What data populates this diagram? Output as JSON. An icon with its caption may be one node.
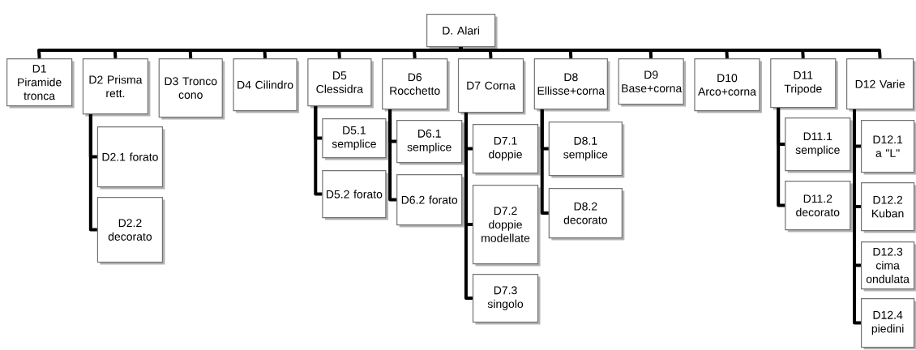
{
  "diagram": {
    "nodes": [
      {
        "text": [
          "D. Alari"
        ]
      },
      {
        "text": [
          "D1 Piramide tronca"
        ]
      },
      {
        "text": [
          "D2 Prisma rett."
        ]
      },
      {
        "text": [
          "D2.1 forato"
        ]
      },
      {
        "text": [
          "D2.2 decorato"
        ]
      },
      {
        "text": [
          "D3 Tronco cono"
        ]
      },
      {
        "text": [
          "D4 Cilindro"
        ]
      },
      {
        "text": [
          "D5 Clessidra"
        ]
      },
      {
        "text": [
          "D5.1 semplice"
        ]
      },
      {
        "text": [
          "D5.2 forato"
        ]
      },
      {
        "text": [
          "D6 Rocchetto"
        ]
      },
      {
        "text": [
          "D6.1 semplice"
        ]
      },
      {
        "text": [
          "D6.2 forato"
        ]
      },
      {
        "text": [
          "D7 Corna"
        ]
      },
      {
        "text": [
          "D7.1 doppie"
        ]
      },
      {
        "text": [
          "D7.2 doppie modellate"
        ]
      },
      {
        "text": [
          "D7.3 singolo"
        ]
      },
      {
        "text": [
          "D8 Ellisse+corna"
        ]
      },
      {
        "text": [
          "D8.1 semplice"
        ]
      },
      {
        "text": [
          "D8.2 decorato"
        ]
      },
      {
        "text": [
          "D9 Base+corna"
        ]
      },
      {
        "text": [
          "D10 Arco+corna"
        ]
      },
      {
        "text": [
          "D11 Tripode"
        ]
      },
      {
        "text": [
          "D11.1 semplice"
        ]
      },
      {
        "text": [
          "D11.2 decorato"
        ]
      },
      {
        "text": [
          "D12 Varie"
        ]
      },
      {
        "text": [
          "D12.1 a \"L\""
        ]
      },
      {
        "text": [
          "D12.2 Kuban"
        ]
      },
      {
        "text": [
          "D12.3 cima ondulata"
        ]
      },
      {
        "text": [
          "D12.4 piedini"
        ]
      }
    ],
    "edges": [
      {
        "from": 0,
        "to": 1,
        "arrow": "none"
      },
      {
        "from": 0,
        "to": 2,
        "arrow": "none"
      },
      {
        "from": 2,
        "to": 3,
        "arrow": "none"
      },
      {
        "from": 2,
        "to": 4,
        "arrow": "none"
      },
      {
        "from": 0,
        "to": 5,
        "arrow": "none"
      },
      {
        "from": 0,
        "to": 6,
        "arrow": "none"
      },
      {
        "from": 0,
        "to": 7,
        "arrow": "none"
      },
      {
        "from": 7,
        "to": 8,
        "arrow": "none"
      },
      {
        "from": 7,
        "to": 9,
        "arrow": "none"
      },
      {
        "from": 0,
        "to": 10,
        "arrow": "none"
      },
      {
        "from": 10,
        "to": 11,
        "arrow": "none"
      },
      {
        "from": 10,
        "to": 12,
        "arrow": "none"
      },
      {
        "from": 0,
        "to": 13,
        "arrow": "none"
      },
      {
        "from": 13,
        "to": 14,
        "arrow": "none"
      },
      {
        "from": 13,
        "to": 15,
        "arrow": "none"
      },
      {
        "from": 13,
        "to": 16,
        "arrow": "none"
      },
      {
        "from": 0,
        "to": 17,
        "arrow": "none"
      },
      {
        "from": 17,
        "to": 18,
        "arrow": "none"
      },
      {
        "from": 17,
        "to": 19,
        "arrow": "none"
      },
      {
        "from": 0,
        "to": 20,
        "arrow": "none"
      },
      {
        "from": 0,
        "to": 21,
        "arrow": "none"
      },
      {
        "from": 0,
        "to": 22,
        "arrow": "none"
      },
      {
        "from": 22,
        "to": 23,
        "arrow": "none"
      },
      {
        "from": 22,
        "to": 24,
        "arrow": "none"
      },
      {
        "from": 0,
        "to": 25,
        "arrow": "none"
      },
      {
        "from": 25,
        "to": 26,
        "arrow": "none"
      },
      {
        "from": 25,
        "to": 27,
        "arrow": "none"
      },
      {
        "from": 25,
        "to": 28,
        "arrow": "none"
      },
      {
        "from": 25,
        "to": 29,
        "arrow": "none"
      }
    ]
  }
}
